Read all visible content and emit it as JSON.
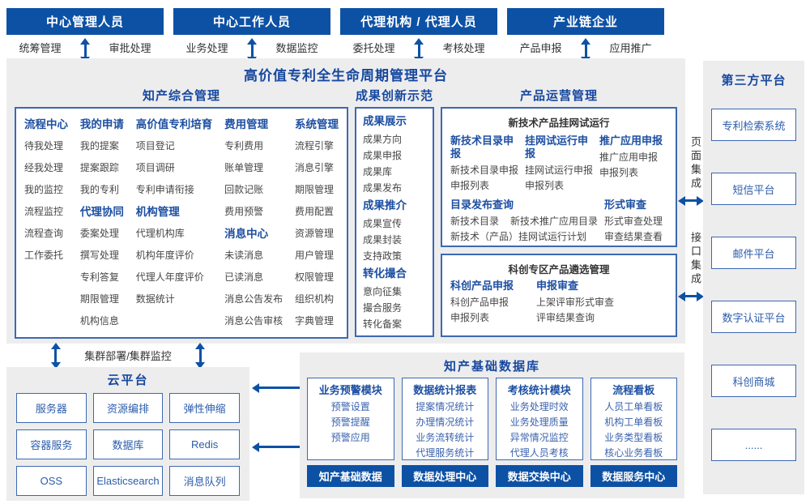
{
  "platform_title": "高价值专利全生命周期管理平台",
  "roles": [
    {
      "name": "中心管理人员",
      "left_label": "统筹管理",
      "right_label": "审批处理"
    },
    {
      "name": "中心工作人员",
      "left_label": "业务处理",
      "right_label": "数据监控"
    },
    {
      "name": "代理机构 / 代理人员",
      "left_label": "委托处理",
      "right_label": "考核处理"
    },
    {
      "name": "产业链企业",
      "left_label": "产品申报",
      "right_label": "应用推广"
    }
  ],
  "zhichan": {
    "title": "知产综合管理",
    "cols": [
      [
        {
          "type": "group",
          "text": "流程中心"
        },
        {
          "type": "item",
          "text": "待我处理"
        },
        {
          "type": "item",
          "text": "经我处理"
        },
        {
          "type": "item",
          "text": "我的监控"
        },
        {
          "type": "item",
          "text": "流程监控"
        },
        {
          "type": "item",
          "text": "流程查询"
        },
        {
          "type": "item",
          "text": "工作委托"
        }
      ],
      [
        {
          "type": "group",
          "text": "我的申请"
        },
        {
          "type": "item",
          "text": "我的提案"
        },
        {
          "type": "item",
          "text": "提案跟踪"
        },
        {
          "type": "item",
          "text": "我的专利"
        },
        {
          "type": "group",
          "text": "代理协同"
        },
        {
          "type": "item",
          "text": "委案处理"
        },
        {
          "type": "item",
          "text": "撰写处理"
        },
        {
          "type": "item",
          "text": "专利答复"
        },
        {
          "type": "item",
          "text": "期限管理"
        },
        {
          "type": "item",
          "text": "机构信息"
        }
      ],
      [
        {
          "type": "group",
          "text": "高价值专利培育"
        },
        {
          "type": "item",
          "text": "项目登记"
        },
        {
          "type": "item",
          "text": "项目调研"
        },
        {
          "type": "item",
          "text": "专利申请衔接"
        },
        {
          "type": "group",
          "text": "机构管理"
        },
        {
          "type": "item",
          "text": "代理机构库"
        },
        {
          "type": "item",
          "text": "机构年度评价"
        },
        {
          "type": "item",
          "text": "代理人年度评价"
        },
        {
          "type": "item",
          "text": "数据统计"
        }
      ],
      [
        {
          "type": "group",
          "text": "费用管理"
        },
        {
          "type": "item",
          "text": "专利费用"
        },
        {
          "type": "item",
          "text": "账单管理"
        },
        {
          "type": "item",
          "text": "回款记账"
        },
        {
          "type": "item",
          "text": "费用预警"
        },
        {
          "type": "group",
          "text": "消息中心"
        },
        {
          "type": "item",
          "text": "未读消息"
        },
        {
          "type": "item",
          "text": "已读消息"
        },
        {
          "type": "item",
          "text": "消息公告发布"
        },
        {
          "type": "item",
          "text": "消息公告审核"
        }
      ],
      [
        {
          "type": "group",
          "text": "系统管理"
        },
        {
          "type": "item",
          "text": "流程引擎"
        },
        {
          "type": "item",
          "text": "消息引擎"
        },
        {
          "type": "item",
          "text": "期限管理"
        },
        {
          "type": "item",
          "text": "费用配置"
        },
        {
          "type": "item",
          "text": "资源管理"
        },
        {
          "type": "item",
          "text": "用户管理"
        },
        {
          "type": "item",
          "text": "权限管理"
        },
        {
          "type": "item",
          "text": "组织机构"
        },
        {
          "type": "item",
          "text": "字典管理"
        }
      ]
    ]
  },
  "chengguo": {
    "title": "成果创新示范",
    "items": [
      {
        "type": "group",
        "text": "成果展示"
      },
      {
        "type": "item",
        "text": "成果方向"
      },
      {
        "type": "item",
        "text": "成果申报"
      },
      {
        "type": "item",
        "text": "成果库"
      },
      {
        "type": "item",
        "text": "成果发布"
      },
      {
        "type": "group",
        "text": "成果推介"
      },
      {
        "type": "item",
        "text": "成果宣传"
      },
      {
        "type": "item",
        "text": "成果封装"
      },
      {
        "type": "item",
        "text": "支持政策"
      },
      {
        "type": "group",
        "text": "转化撮合"
      },
      {
        "type": "item",
        "text": "意向征集"
      },
      {
        "type": "item",
        "text": "撮合服务"
      },
      {
        "type": "item",
        "text": "转化备案"
      }
    ]
  },
  "chanpin": {
    "title": "产品运营管理",
    "boxA": {
      "title": "新技术产品挂网试运行",
      "cols": [
        {
          "header": "新技术目录申报",
          "i1": "新技术目录申报",
          "i2": "申报列表"
        },
        {
          "header": "挂网试运行申报",
          "i1": "挂网试运行申报",
          "i2": "申报列表"
        },
        {
          "header": "推广应用申报",
          "i1": "推广应用申报",
          "i2": "申报列表"
        }
      ],
      "catalog": {
        "header": "目录发布查询",
        "row1a": "新技术目录",
        "row1b": "新技术推广应用目录",
        "row2": "新技术（产品）挂网试运行计划"
      },
      "review": {
        "header": "形式审查",
        "i1": "形式审查处理",
        "i2": "审查结果查看"
      }
    },
    "boxB": {
      "title": "科创专区产品遴选管理",
      "groups": [
        {
          "header": "科创产品申报",
          "i1": "科创产品申报",
          "i2": "申报列表"
        },
        {
          "header": "申报审查",
          "i1": "上架评审形式审查",
          "i2": "评审结果查询"
        }
      ]
    }
  },
  "integration": {
    "page": "页面集成",
    "api": "接口集成"
  },
  "third_party": {
    "title": "第三方平台",
    "boxes": [
      "专利检索系统",
      "短信平台",
      "邮件平台",
      "数字认证平台",
      "科创商城",
      "......"
    ]
  },
  "cluster_label": "集群部署/集群监控",
  "cloud": {
    "title": "云平台",
    "boxes": [
      "服务器",
      "资源编排",
      "弹性伸缩",
      "容器服务",
      "数据库",
      "Redis",
      "OSS",
      "Elasticsearch",
      "消息队列"
    ]
  },
  "db": {
    "title": "知产基础数据库",
    "modules": [
      {
        "title": "业务预警模块",
        "items": [
          "预警设置",
          "预警提醒",
          "预警应用"
        ]
      },
      {
        "title": "数据统计报表",
        "items": [
          "提案情况统计",
          "办理情况统计",
          "业务流转统计",
          "代理服务统计"
        ]
      },
      {
        "title": "考核统计模块",
        "items": [
          "业务处理时效",
          "业务处理质量",
          "异常情况监控",
          "代理人员考核"
        ]
      },
      {
        "title": "流程看板",
        "items": [
          "人员工单看板",
          "机构工单看板",
          "业务类型看板",
          "核心业务看板"
        ]
      }
    ],
    "bars": [
      "知产基础数据",
      "数据处理中心",
      "数据交换中心",
      "数据服务中心"
    ]
  },
  "colors": {
    "primary_blue": "#0d51a5",
    "title_blue": "#17489f",
    "group_header_blue": "#1d4fa2",
    "item_blue": "#3b63ae",
    "item_gray": "#474747",
    "panel_gray": "#ededee",
    "border_blue": "#3d68b1"
  }
}
